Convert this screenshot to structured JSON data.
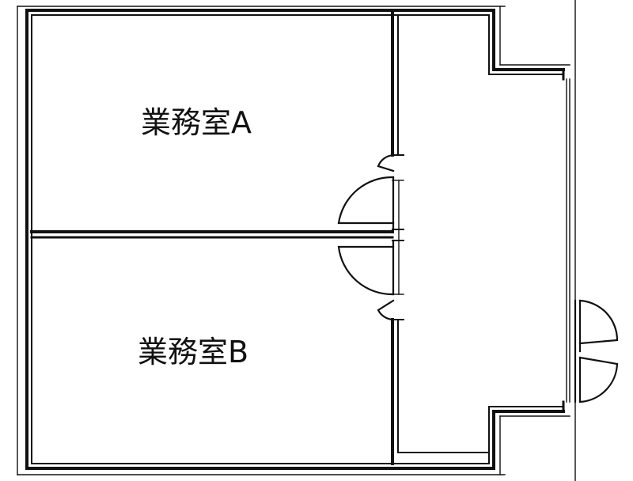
{
  "rooms": [
    {
      "id": "a",
      "label": "業務室A"
    },
    {
      "id": "b",
      "label": "業務室B"
    }
  ],
  "colors": {
    "line": "#111111",
    "background": "#ffffff"
  }
}
